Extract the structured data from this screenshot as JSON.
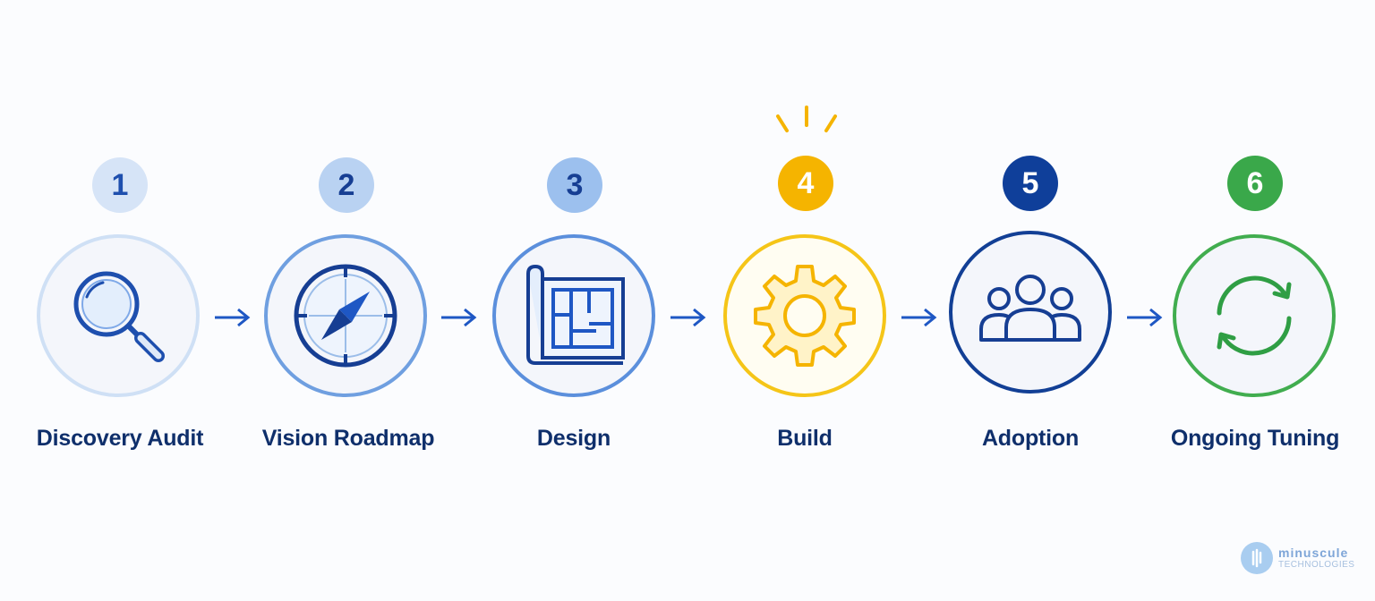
{
  "steps": [
    {
      "number": "1",
      "label": "Discovery Audit",
      "icon": "magnifier-icon",
      "badge_bg": "#d6e4f7",
      "badge_fg": "#1e4fae",
      "ring": "#cfe0f5"
    },
    {
      "number": "2",
      "label": "Vision Roadmap",
      "icon": "compass-icon",
      "badge_bg": "#b9d2f2",
      "badge_fg": "#163e93",
      "ring": "#6f9fe0"
    },
    {
      "number": "3",
      "label": "Design",
      "icon": "blueprint-icon",
      "badge_bg": "#9cc0ee",
      "badge_fg": "#163e93",
      "ring": "#5b8fdc"
    },
    {
      "number": "4",
      "label": "Build",
      "icon": "gear-icon",
      "badge_bg": "#f5b400",
      "badge_fg": "#ffffff",
      "ring": "#f5c518"
    },
    {
      "number": "5",
      "label": "Adoption",
      "icon": "people-icon",
      "badge_bg": "#0f3f9a",
      "badge_fg": "#ffffff",
      "ring": "#123f95"
    },
    {
      "number": "6",
      "label": "Ongoing Tuning",
      "icon": "refresh-icon",
      "badge_bg": "#3aa84a",
      "badge_fg": "#ffffff",
      "ring": "#41ad4f"
    }
  ],
  "connector_color": "#1e57c4",
  "brand": {
    "name": "minuscule",
    "sub": "TECHNOLOGIES"
  }
}
